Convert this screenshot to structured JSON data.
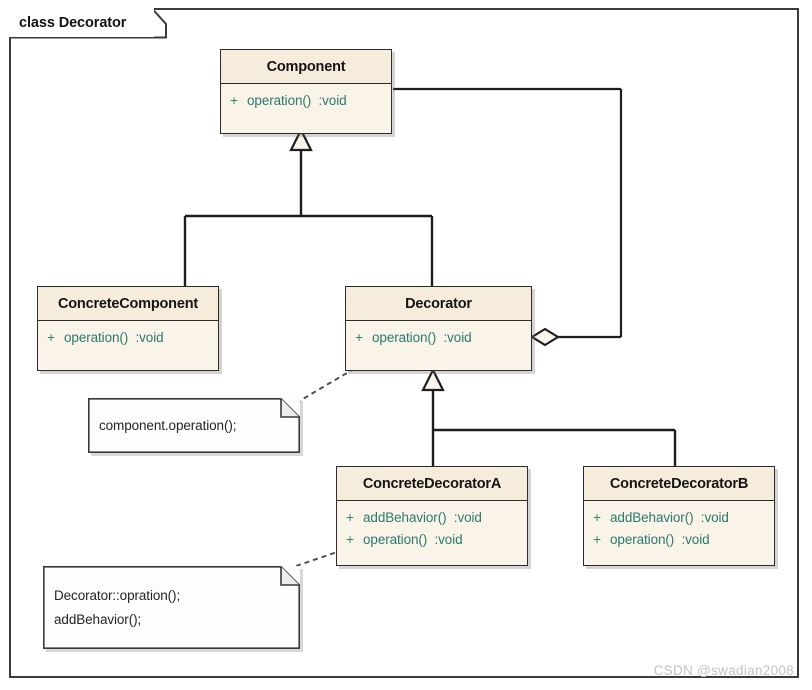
{
  "diagram": {
    "frame_label": "class Decorator",
    "watermark": "CSDN @swadian2008",
    "colors": {
      "class_header_fill": "#f6ecdc",
      "class_body_fill": "#faf3e8",
      "class_border": "#2b2b2b",
      "member_text": "#2c7a70",
      "frame_border": "#3b3b3b",
      "note_fill": "#fdfdfd",
      "watermark_text": "#c3c3c3"
    },
    "classes": [
      {
        "id": "component",
        "name": "Component",
        "members": [
          {
            "visibility": "+",
            "signature": "operation()  :void"
          }
        ]
      },
      {
        "id": "concrete_component",
        "name": "ConcreteComponent",
        "members": [
          {
            "visibility": "+",
            "signature": "operation()  :void"
          }
        ]
      },
      {
        "id": "decorator",
        "name": "Decorator",
        "members": [
          {
            "visibility": "+",
            "signature": "operation()  :void"
          }
        ]
      },
      {
        "id": "concrete_decorator_a",
        "name": "ConcreteDecoratorA",
        "members": [
          {
            "visibility": "+",
            "signature": "addBehavior()  :void"
          },
          {
            "visibility": "+",
            "signature": "operation()  :void"
          }
        ]
      },
      {
        "id": "concrete_decorator_b",
        "name": "ConcreteDecoratorB",
        "members": [
          {
            "visibility": "+",
            "signature": "addBehavior()  :void"
          },
          {
            "visibility": "+",
            "signature": "operation()  :void"
          }
        ]
      }
    ],
    "notes": [
      {
        "id": "note_decorator_operation",
        "lines": [
          "component.operation();"
        ],
        "attached_to": "decorator"
      },
      {
        "id": "note_concrete_decorator_a_operation",
        "lines": [
          "Decorator::opration();",
          "addBehavior();"
        ],
        "attached_to": "concrete_decorator_a"
      }
    ],
    "relationships": [
      {
        "type": "generalization",
        "from": "concrete_component",
        "to": "component"
      },
      {
        "type": "generalization",
        "from": "decorator",
        "to": "component"
      },
      {
        "type": "generalization",
        "from": "concrete_decorator_a",
        "to": "decorator"
      },
      {
        "type": "generalization",
        "from": "concrete_decorator_b",
        "to": "decorator"
      },
      {
        "type": "aggregation",
        "from": "decorator",
        "to": "component"
      },
      {
        "type": "note-link",
        "from": "note_decorator_operation",
        "to": "decorator"
      },
      {
        "type": "note-link",
        "from": "note_concrete_decorator_a_operation",
        "to": "concrete_decorator_a"
      }
    ]
  }
}
